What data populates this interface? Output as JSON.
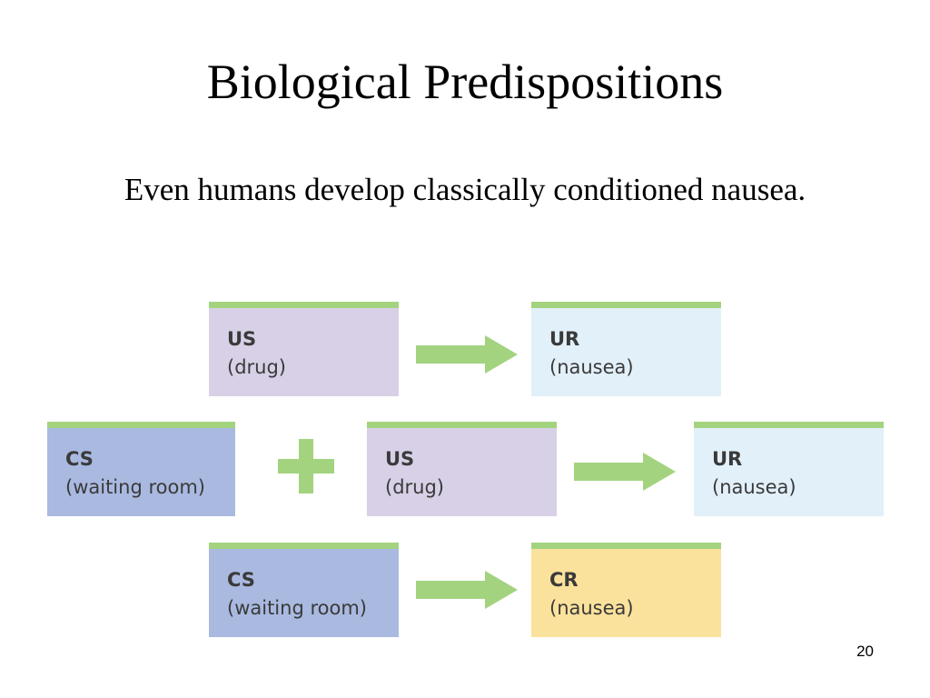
{
  "slide": {
    "title": "Biological Predispositions",
    "subtitle": "Even humans develop classically conditioned nausea.",
    "page_number": "20"
  },
  "diagram": {
    "colors": {
      "accent_stripe": "#a3d37f",
      "arrow": "#a3d37f",
      "us_box": "#d8d0e6",
      "ur_box": "#e2f0f9",
      "cs_box": "#a9b9e0",
      "cr_box": "#fbe29c"
    },
    "row1": {
      "left": {
        "abbr": "US",
        "desc": "(drug)"
      },
      "right": {
        "abbr": "UR",
        "desc": "(nausea)"
      }
    },
    "row2": {
      "cs": {
        "abbr": "CS",
        "desc": "(waiting room)"
      },
      "us": {
        "abbr": "US",
        "desc": "(drug)"
      },
      "right": {
        "abbr": "UR",
        "desc": "(nausea)"
      }
    },
    "row3": {
      "left": {
        "abbr": "CS",
        "desc": "(waiting room)"
      },
      "right": {
        "abbr": "CR",
        "desc": "(nausea)"
      }
    }
  }
}
